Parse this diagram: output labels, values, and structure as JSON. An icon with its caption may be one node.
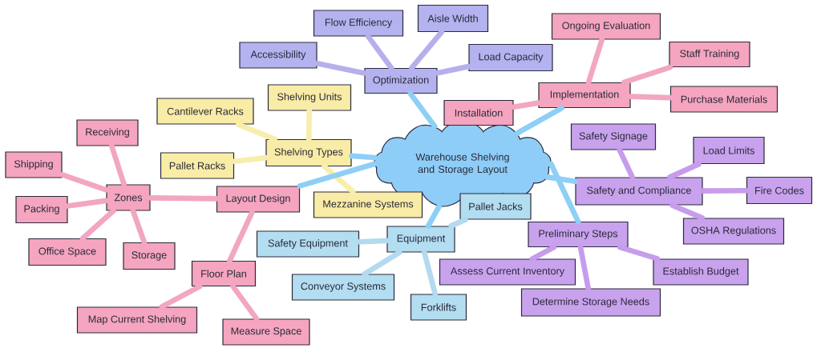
{
  "diagram": {
    "nodes": [
      {
        "text": [
          "Warehouse Shelving and Storage Layout"
        ]
      },
      {
        "text": [
          "Optimization"
        ]
      },
      {
        "text": [
          "Accessibility"
        ]
      },
      {
        "text": [
          "Flow Efficiency"
        ]
      },
      {
        "text": [
          "Aisle Width"
        ]
      },
      {
        "text": [
          "Load Capacity"
        ]
      },
      {
        "text": [
          "Implementation"
        ]
      },
      {
        "text": [
          "Installation"
        ]
      },
      {
        "text": [
          "Ongoing Evaluation"
        ]
      },
      {
        "text": [
          "Staff Training"
        ]
      },
      {
        "text": [
          "Purchase Materials"
        ]
      },
      {
        "text": [
          "Shelving Types"
        ]
      },
      {
        "text": [
          "Cantilever Racks"
        ]
      },
      {
        "text": [
          "Shelving Units"
        ]
      },
      {
        "text": [
          "Pallet Racks"
        ]
      },
      {
        "text": [
          "Mezzanine Systems"
        ]
      },
      {
        "text": [
          "Safety and Compliance"
        ]
      },
      {
        "text": [
          "Safety Signage"
        ]
      },
      {
        "text": [
          "Load Limits"
        ]
      },
      {
        "text": [
          "Fire Codes"
        ]
      },
      {
        "text": [
          "OSHA Regulations"
        ]
      },
      {
        "text": [
          "Layout Design"
        ]
      },
      {
        "text": [
          "Zones"
        ]
      },
      {
        "text": [
          "Receiving"
        ]
      },
      {
        "text": [
          "Shipping"
        ]
      },
      {
        "text": [
          "Packing"
        ]
      },
      {
        "text": [
          "Office Space"
        ]
      },
      {
        "text": [
          "Storage"
        ]
      },
      {
        "text": [
          "Floor Plan"
        ]
      },
      {
        "text": [
          "Map Current Shelving"
        ]
      },
      {
        "text": [
          "Measure Space"
        ]
      },
      {
        "text": [
          "Equipment"
        ]
      },
      {
        "text": [
          "Pallet Jacks"
        ]
      },
      {
        "text": [
          "Safety Equipment"
        ]
      },
      {
        "text": [
          "Conveyor Systems"
        ]
      },
      {
        "text": [
          "Forklifts"
        ]
      },
      {
        "text": [
          "Preliminary Steps"
        ]
      },
      {
        "text": [
          "Assess Current Inventory"
        ]
      },
      {
        "text": [
          "Determine Storage Needs"
        ]
      },
      {
        "text": [
          "Establish Budget"
        ]
      }
    ],
    "edges": [
      {
        "from": 0,
        "to": 1,
        "arrow": "none",
        "color": "#8ecff6"
      },
      {
        "from": 1,
        "to": 2,
        "arrow": "none",
        "color": "#b5b0ec"
      },
      {
        "from": 1,
        "to": 3,
        "arrow": "none",
        "color": "#b5b0ec"
      },
      {
        "from": 1,
        "to": 4,
        "arrow": "none",
        "color": "#b5b0ec"
      },
      {
        "from": 1,
        "to": 5,
        "arrow": "none",
        "color": "#b5b0ec"
      },
      {
        "from": 0,
        "to": 6,
        "arrow": "none",
        "color": "#8ecff6"
      },
      {
        "from": 6,
        "to": 7,
        "arrow": "none"
      },
      {
        "from": 6,
        "to": 8,
        "arrow": "none"
      },
      {
        "from": 6,
        "to": 9,
        "arrow": "none"
      },
      {
        "from": 6,
        "to": 10,
        "arrow": "none"
      },
      {
        "from": 0,
        "to": 11,
        "arrow": "none",
        "color": "#8ecff6"
      },
      {
        "from": 11,
        "to": 12,
        "arrow": "none",
        "color": "#f7eeab"
      },
      {
        "from": 11,
        "to": 13,
        "arrow": "none",
        "color": "#f7eeab"
      },
      {
        "from": 11,
        "to": 14,
        "arrow": "none",
        "color": "#f7eeab"
      },
      {
        "from": 11,
        "to": 15,
        "arrow": "none",
        "color": "#f7eeab"
      },
      {
        "from": 0,
        "to": 16,
        "arrow": "none",
        "color": "#8ecff6"
      },
      {
        "from": 16,
        "to": 17,
        "arrow": "none",
        "color": "#c79cec"
      },
      {
        "from": 16,
        "to": 18,
        "arrow": "none",
        "color": "#c79cec"
      },
      {
        "from": 16,
        "to": 19,
        "arrow": "none",
        "color": "#c79cec"
      },
      {
        "from": 16,
        "to": 20,
        "arrow": "none",
        "color": "#c79cec"
      },
      {
        "from": 0,
        "to": 21,
        "arrow": "none",
        "color": "#8ecff6"
      },
      {
        "from": 21,
        "to": 22,
        "arrow": "none"
      },
      {
        "from": 22,
        "to": 23,
        "arrow": "none"
      },
      {
        "from": 22,
        "to": 24,
        "arrow": "none"
      },
      {
        "from": 22,
        "to": 25,
        "arrow": "none"
      },
      {
        "from": 22,
        "to": 26,
        "arrow": "none"
      },
      {
        "from": 22,
        "to": 27,
        "arrow": "none"
      },
      {
        "from": 21,
        "to": 28,
        "arrow": "none"
      },
      {
        "from": 28,
        "to": 29,
        "arrow": "none"
      },
      {
        "from": 28,
        "to": 30,
        "arrow": "none"
      },
      {
        "from": 0,
        "to": 31,
        "arrow": "none",
        "color": "#8ecff6"
      },
      {
        "from": 31,
        "to": 32,
        "arrow": "none",
        "color": "#b3daef"
      },
      {
        "from": 31,
        "to": 33,
        "arrow": "none",
        "color": "#b3daef"
      },
      {
        "from": 31,
        "to": 34,
        "arrow": "none",
        "color": "#b3daef"
      },
      {
        "from": 31,
        "to": 35,
        "arrow": "none",
        "color": "#b3daef"
      },
      {
        "from": 0,
        "to": 36,
        "arrow": "none",
        "color": "#8ecff6"
      },
      {
        "from": 36,
        "to": 37,
        "arrow": "none",
        "color": "#c79cec"
      },
      {
        "from": 36,
        "to": 38,
        "arrow": "none",
        "color": "#c79cec"
      },
      {
        "from": 36,
        "to": 39,
        "arrow": "none",
        "color": "#c79cec"
      }
    ]
  }
}
